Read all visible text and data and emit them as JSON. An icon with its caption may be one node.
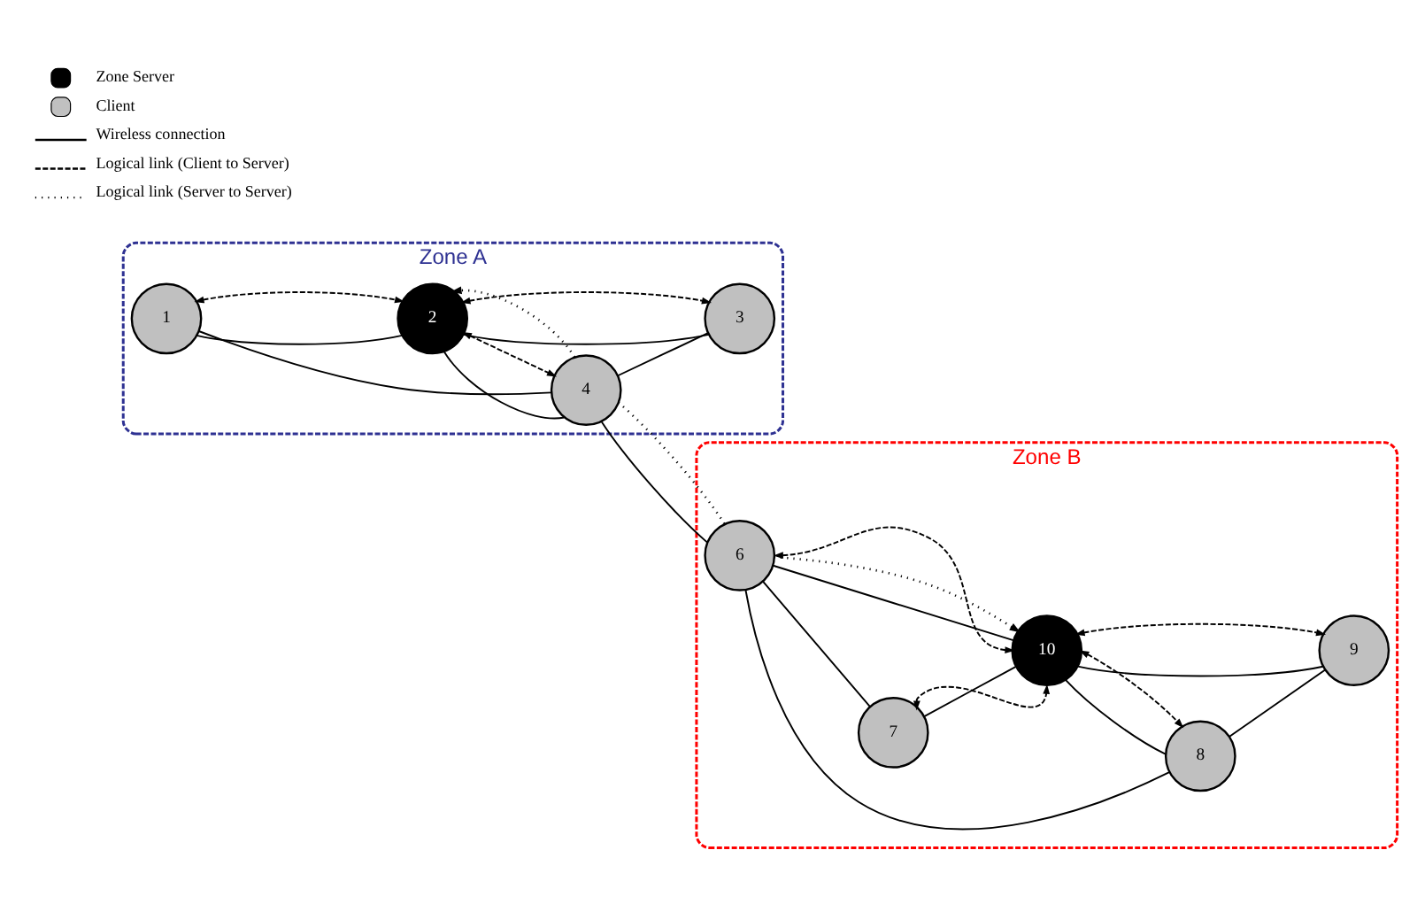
{
  "diagram": {
    "nodes": [
      {
        "text": [
          "Zone A"
        ]
      },
      {
        "text": [
          "1"
        ],
        "in": 0
      },
      {
        "text": [
          "2"
        ],
        "in": 0
      },
      {
        "text": [
          "3"
        ],
        "in": 0
      },
      {
        "text": [
          "4"
        ],
        "in": 0
      },
      {
        "text": [
          "Zone B"
        ]
      },
      {
        "text": [
          "6"
        ],
        "in": 5
      },
      {
        "text": [
          "7"
        ],
        "in": 5
      },
      {
        "text": [
          "8"
        ],
        "in": 5
      },
      {
        "text": [
          "9"
        ],
        "in": 5
      },
      {
        "text": [
          "10"
        ],
        "in": 5
      }
    ],
    "edges": [
      {
        "from": 1,
        "to": 2,
        "arrow": "none"
      },
      {
        "from": 1,
        "to": 4,
        "arrow": "none"
      },
      {
        "from": 2,
        "to": 4,
        "arrow": "none"
      },
      {
        "from": 2,
        "to": 3,
        "arrow": "none"
      },
      {
        "from": 4,
        "to": 3,
        "arrow": "none"
      },
      {
        "from": 4,
        "to": 6,
        "arrow": "none"
      },
      {
        "from": 6,
        "to": 7,
        "arrow": "none"
      },
      {
        "from": 7,
        "to": 10,
        "arrow": "none"
      },
      {
        "from": 6,
        "to": 10,
        "arrow": "none"
      },
      {
        "from": 6,
        "to": 8,
        "arrow": "none"
      },
      {
        "from": 8,
        "to": 9,
        "arrow": "none"
      },
      {
        "from": 10,
        "to": 8,
        "arrow": "none"
      },
      {
        "from": 10,
        "to": 9,
        "arrow": "none"
      },
      {
        "from": 1,
        "to": 2,
        "arrow": "both",
        "style": "dashed"
      },
      {
        "from": 2,
        "to": 4,
        "arrow": "both",
        "style": "dashed"
      },
      {
        "from": 2,
        "to": 3,
        "arrow": "both",
        "style": "dashed"
      },
      {
        "from": 7,
        "to": 10,
        "arrow": "both",
        "style": "dashed"
      },
      {
        "from": 6,
        "to": 10,
        "arrow": "both",
        "style": "dashed"
      },
      {
        "from": 10,
        "to": 8,
        "arrow": "both",
        "style": "dashed"
      },
      {
        "from": 10,
        "to": 9,
        "arrow": "both",
        "style": "dashed"
      },
      {
        "from": 4,
        "to": 2,
        "arrow": "to",
        "style": "dashed"
      },
      {
        "from": 4,
        "to": 6,
        "arrow": "none",
        "style": "dashed"
      },
      {
        "from": 6,
        "to": 10,
        "arrow": "to",
        "style": "dashed"
      }
    ],
    "legend": [
      {
        "text": "Zone Server",
        "color": "#000000"
      },
      {
        "text": "Client",
        "color": "#c0c0c0"
      },
      {
        "text": "Wireless connection"
      },
      {
        "text": "Logical link (Client to Server)"
      },
      {
        "text": "Logical link (Server to Server)"
      }
    ]
  }
}
